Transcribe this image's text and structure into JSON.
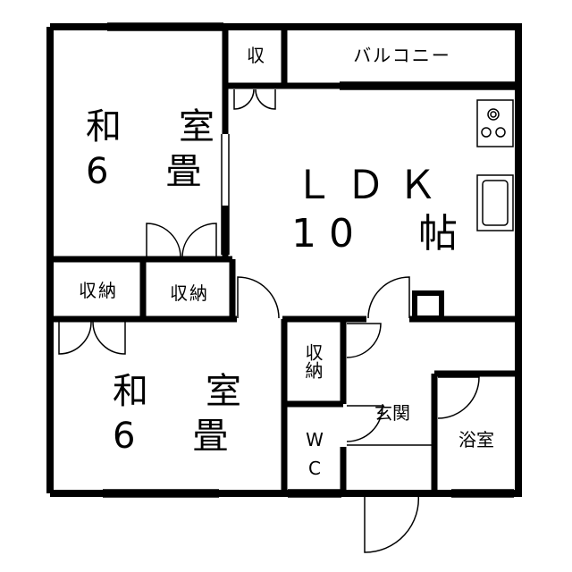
{
  "rooms": {
    "washitsu_top": {
      "line1": "和　室",
      "line2": "6　畳"
    },
    "washitsu_bottom": {
      "line1": "和　室",
      "line2": "6　畳"
    },
    "ldk": {
      "line1": "ＬＤＫ",
      "line2": "10　帖"
    },
    "storage_small": "収",
    "balcony": "バルコニー",
    "storage_left": "収納",
    "storage_mid": "収納",
    "storage_vert": "収納",
    "wc": "WC",
    "entrance": "玄関",
    "bath": "浴室"
  }
}
